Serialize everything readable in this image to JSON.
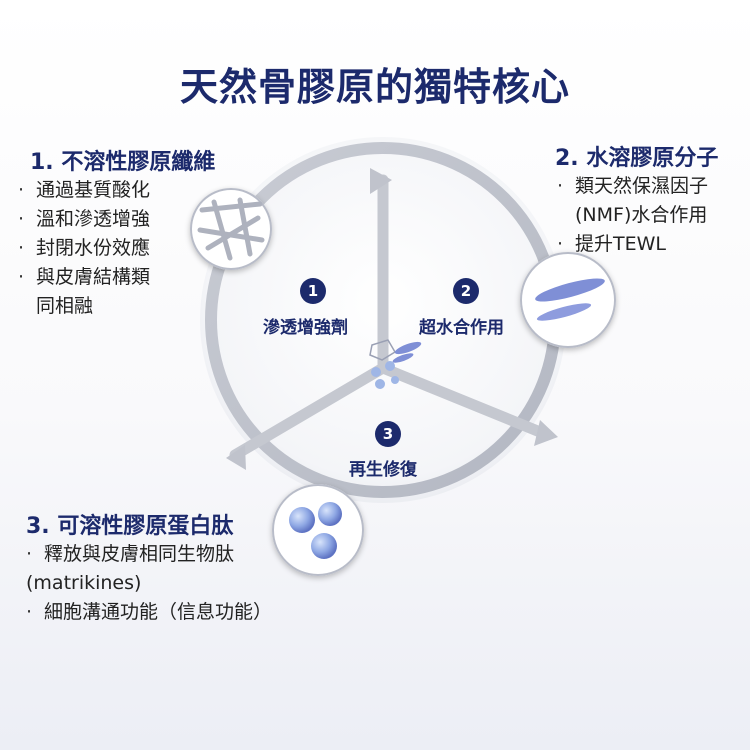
{
  "title": "天然骨膠原的獨特核心",
  "left_top": {
    "heading": "1. 不溶性膠原纖維",
    "bullets": [
      "通過基質酸化",
      "溫和滲透增強",
      "封閉水份效應",
      "與皮膚結構類",
      "同相融"
    ]
  },
  "right_top": {
    "heading": "2. 水溶膠原分子",
    "bullets": [
      "類天然保濕因子",
      "(NMF)水合作用",
      "提升TEWL"
    ]
  },
  "bottom_left": {
    "heading": "3. 可溶性膠原蛋白肽",
    "bullets": [
      "釋放與皮膚相同生物肽",
      "(matrikines)",
      "細胞溝通功能（信息功能）"
    ]
  },
  "wheel": {
    "segments": [
      {
        "number": "1",
        "label": "滲透增強劑"
      },
      {
        "number": "2",
        "label": "超水合作用"
      },
      {
        "number": "3",
        "label": "再生修復"
      }
    ]
  },
  "colors": {
    "navy": "#1c2a6c",
    "wheel_gray": "#d3d6dd",
    "accent_blue": "#7f8fd6"
  }
}
